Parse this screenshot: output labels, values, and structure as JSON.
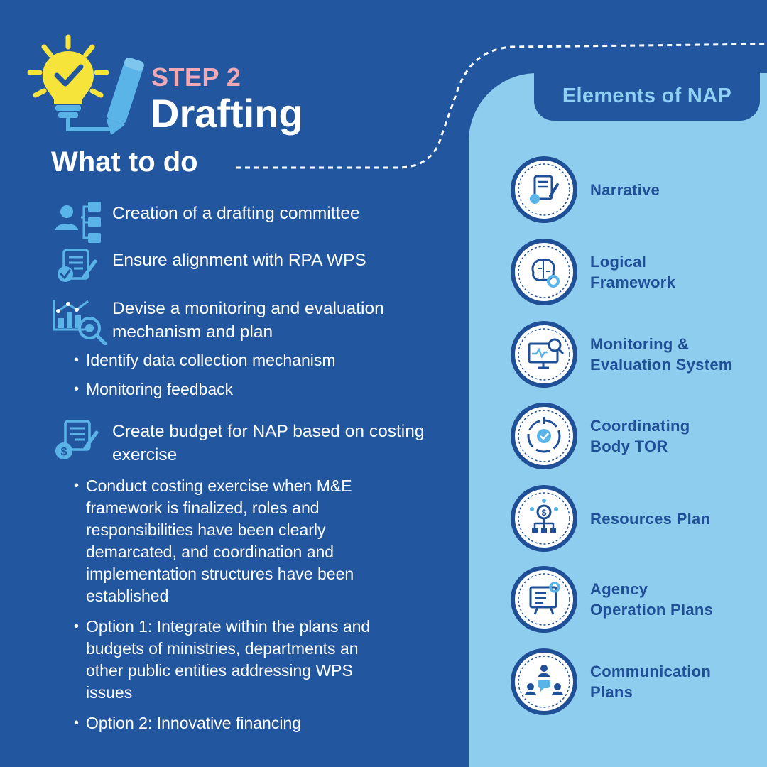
{
  "header": {
    "step_label": "STEP 2",
    "step_title": "Drafting",
    "section_heading": "What to do"
  },
  "tasks": [
    {
      "icon": "team-hierarchy-icon",
      "text": "Creation of a drafting committee",
      "bullets": []
    },
    {
      "icon": "document-check-icon",
      "text": "Ensure alignment with RPA WPS",
      "bullets": []
    },
    {
      "icon": "chart-magnifier-icon",
      "text": "Devise a monitoring and evaluation mechanism and plan",
      "bullets": [
        "Identify data collection mechanism",
        "Monitoring feedback"
      ]
    },
    {
      "icon": "document-dollar-icon",
      "text": "Create budget for NAP based on costing exercise",
      "bullets": [
        "Conduct costing exercise when M&E framework is finalized, roles and responsibilities have been clearly demarcated, and coordination and implementation structures have been established",
        "Option 1: Integrate within the plans and budgets of ministries, departments an other public entities addressing WPS issues",
        "Option 2: Innovative financing"
      ]
    }
  ],
  "elements_panel": {
    "title": "Elements of NAP",
    "items": [
      {
        "icon": "narrative-document-icon",
        "label": "Narrative"
      },
      {
        "icon": "brain-gear-icon",
        "label": "Logical\nFramework"
      },
      {
        "icon": "monitor-magnifier-icon",
        "label": "Monitoring &\nEvaluation System"
      },
      {
        "icon": "target-cycle-icon",
        "label": "Coordinating\nBody TOR"
      },
      {
        "icon": "resources-network-icon",
        "label": "Resources Plan"
      },
      {
        "icon": "presentation-board-icon",
        "label": "Agency\nOperation Plans"
      },
      {
        "icon": "people-chat-icon",
        "label": "Communication\nPlans"
      }
    ]
  },
  "colors": {
    "background": "#2257a0",
    "panel": "#8fcdee",
    "accent_pink": "#f2a9b6",
    "bulb_yellow": "#f7e43b",
    "icon_light_blue": "#5ab4e8",
    "element_text": "#1f4f96"
  }
}
